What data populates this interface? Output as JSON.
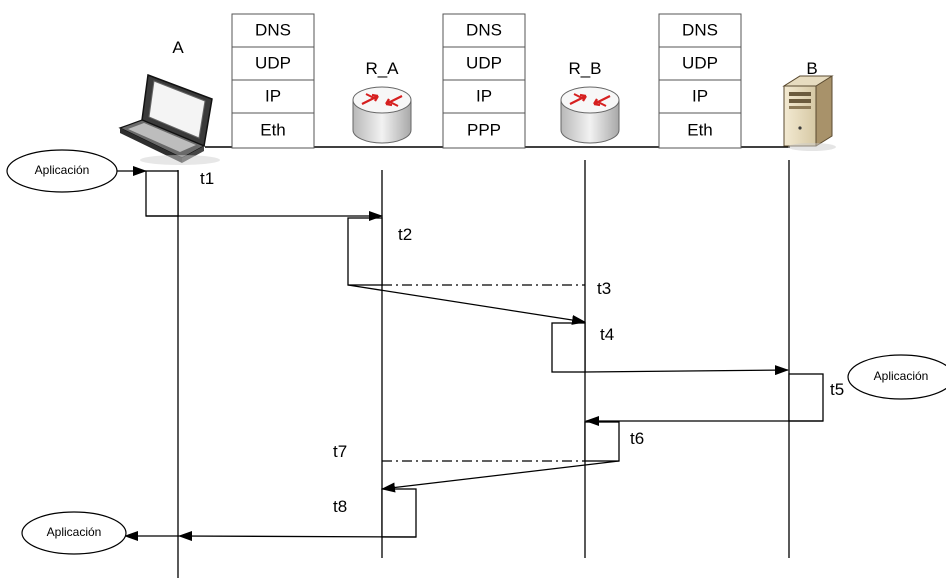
{
  "nodes": {
    "a": {
      "label": "A"
    },
    "r_a": {
      "label": "R_A"
    },
    "r_b": {
      "label": "R_B"
    },
    "b": {
      "label": "B"
    }
  },
  "stacks": {
    "a_side": [
      "DNS",
      "UDP",
      "IP",
      "Eth"
    ],
    "middle": [
      "DNS",
      "UDP",
      "IP",
      "PPP"
    ],
    "b_side": [
      "DNS",
      "UDP",
      "IP",
      "Eth"
    ]
  },
  "applications": {
    "a_send": "Aplicación",
    "b": "Aplicación",
    "a_receive": "Aplicación"
  },
  "times": {
    "t1": "t1",
    "t2": "t2",
    "t3": "t3",
    "t4": "t4",
    "t5": "t5",
    "t6": "t6",
    "t7": "t7",
    "t8": "t8"
  }
}
